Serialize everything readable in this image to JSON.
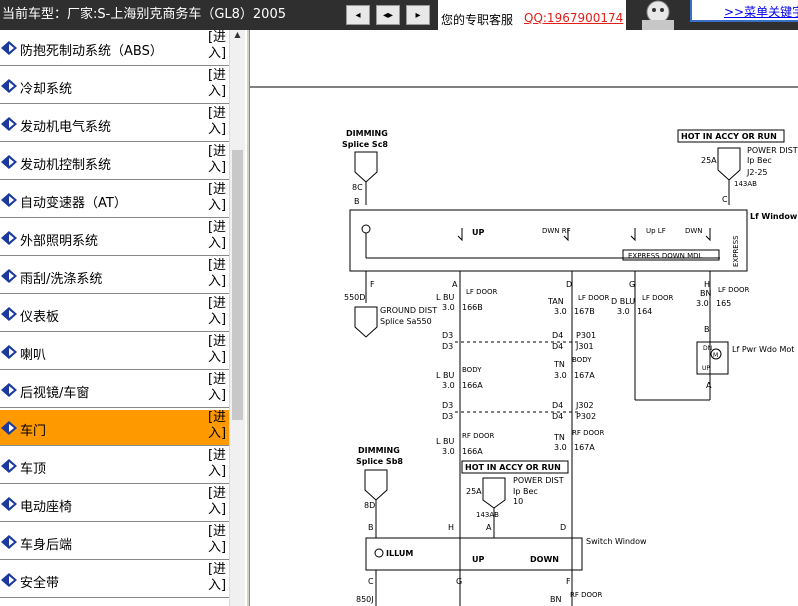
{
  "header": {
    "vehicle_label": "当前车型：厂家:S-上海别克商务车（GL8）2005",
    "service_label": "您的专职客服",
    "service_qq": "QQ:1967900174",
    "menu_link": ">>菜单关键字"
  },
  "nav_buttons": [
    {
      "icon": "prev-icon",
      "glyph": "◂"
    },
    {
      "icon": "split-icon",
      "glyph": "◂▸"
    },
    {
      "icon": "next-icon",
      "glyph": "▸"
    }
  ],
  "sidebar": {
    "enter_label": "[进入]",
    "items": [
      {
        "label": "防抱死制动系统（ABS）",
        "active": false
      },
      {
        "label": "冷却系统",
        "active": false
      },
      {
        "label": "发动机电气系统",
        "active": false
      },
      {
        "label": "发动机控制系统",
        "active": false
      },
      {
        "label": "自动变速器（AT）",
        "active": false
      },
      {
        "label": "外部照明系统",
        "active": false
      },
      {
        "label": "雨刮/洗涤系统",
        "active": false
      },
      {
        "label": "仪表板",
        "active": false
      },
      {
        "label": "喇叭",
        "active": false
      },
      {
        "label": "后视镜/车窗",
        "active": false
      },
      {
        "label": "车门",
        "active": true
      },
      {
        "label": "车顶",
        "active": false
      },
      {
        "label": "电动座椅",
        "active": false
      },
      {
        "label": "车身后端",
        "active": false
      },
      {
        "label": "安全带",
        "active": false
      }
    ]
  },
  "diagram": {
    "dimming_top": "DIMMING",
    "splice_sc8": "Splice Sc8",
    "pin_8c": "8C",
    "hot_label_top": "HOT IN ACCY OR RUN",
    "power_dist_top": "POWER DIST",
    "ip_bec_top": "Ip Bec",
    "j2_25": "J2-25",
    "fuse_25a_top": "25A",
    "code_143ab": "143AB",
    "lf_window_switch": "Lf Window S",
    "up": "UP",
    "dwn_rf": "DWN RF",
    "up_lf": "Up LF",
    "dwn": "DWN",
    "express": "EXPRESS",
    "express_down_mdl": "EXPRESS DOWN MDL",
    "pin_b": "B",
    "pin_c": "C",
    "pin_f": "F",
    "pin_a": "A",
    "pin_d": "D",
    "pin_g": "G",
    "pin_h": "H",
    "w_550d": "550D",
    "ground_dist": "GROUND DIST",
    "splice_sa550": "Splice Sa550",
    "lf_door": "LF DOOR",
    "l_bu": "L BU",
    "w_3_0": "3.0",
    "w_166b": "166B",
    "tan": "TAN",
    "w_167b": "167B",
    "d_blu": "D BLU",
    "w_164": "164",
    "bn": "BN",
    "w_165": "165",
    "lf_pwr_wdo_motor": "Lf Pwr Wdo Mot",
    "dn": "DN",
    "m": "M",
    "d3": "D3",
    "d4": "D4",
    "p301": "P301",
    "j301": "J301",
    "j302": "J302",
    "p302": "P302",
    "body": "BODY",
    "tn": "TN",
    "w_166a": "166A",
    "w_167a": "167A",
    "rf_door": "RF DOOR",
    "dimming_bottom": "DIMMING",
    "splice_sb8": "Splice Sb8",
    "pin_8d": "8D",
    "hot_label_bottom": "HOT IN ACCY OR RUN",
    "power_dist_bottom": "POWER DIST",
    "ip_bec_bottom": "Ip Bec",
    "fuse_25a_bottom": "25A",
    "w_10": "10",
    "code_143ab_bottom": "143AB",
    "switch_window": "Switch Window",
    "illum": "ILLUM",
    "down": "DOWN",
    "w_850j": "850J"
  }
}
